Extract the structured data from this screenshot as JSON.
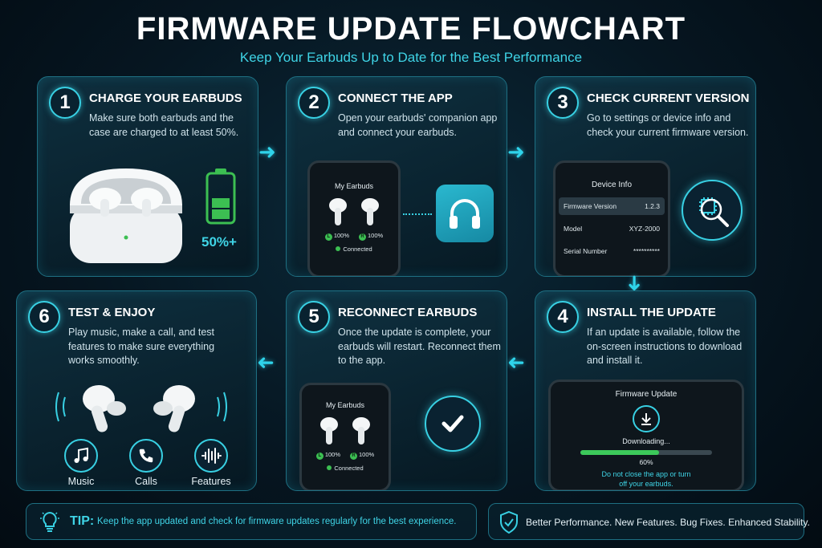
{
  "header": {
    "title": "FIRMWARE UPDATE FLOWCHART",
    "subtitle": "Keep Your Earbuds Up to Date for the Best Performance"
  },
  "steps": [
    {
      "num": "1",
      "title": "CHARGE YOUR EARBUDS",
      "desc": "Make sure both earbuds and the case are charged to at least 50%.",
      "battery_label": "50%+"
    },
    {
      "num": "2",
      "title": "CONNECT THE APP",
      "desc": "Open your earbuds' companion app and connect your earbuds."
    },
    {
      "num": "3",
      "title": "CHECK CURRENT VERSION",
      "desc": "Go to settings or device info and check your current firmware version."
    },
    {
      "num": "4",
      "title": "INSTALL THE UPDATE",
      "desc": "If an update is available, follow the on-screen instructions to download and install it."
    },
    {
      "num": "5",
      "title": "RECONNECT EARBUDS",
      "desc": "Once the update is complete, your earbuds will restart. Reconnect them to the app."
    },
    {
      "num": "6",
      "title": "TEST & ENJOY",
      "desc": "Play music, make a call, and test features to make sure everything works smoothly."
    }
  ],
  "phone_connect": {
    "header": "My Earbuds",
    "left_tag": "L",
    "left_pct": "100%",
    "right_tag": "R",
    "right_pct": "100%",
    "status": "Connected"
  },
  "device_info": {
    "header": "Device Info",
    "rows": [
      {
        "label": "Firmware Version",
        "value": "1.2.3"
      },
      {
        "label": "Model",
        "value": "XYZ-2000"
      },
      {
        "label": "Serial Number",
        "value": "**********"
      }
    ]
  },
  "firmware_screen": {
    "header": "Firmware Update",
    "status": "Downloading...",
    "progress": 60,
    "progress_label": "60%",
    "warning": "Do not close the app or turn off your earbuds."
  },
  "features": [
    {
      "icon": "music-note-icon",
      "label": "Music"
    },
    {
      "icon": "phone-icon",
      "label": "Calls"
    },
    {
      "icon": "waveform-icon",
      "label": "Features"
    }
  ],
  "footer": {
    "tip_label": "TIP:",
    "tip_text": "Keep the app updated and check for firmware updates regularly for the best experience.",
    "benefits": "Better Performance. New Features. Bug Fixes. Enhanced Stability."
  },
  "colors": {
    "accent": "#38d0e3",
    "battery_green": "#3cbf52",
    "progress_green": "#3cc85a"
  }
}
